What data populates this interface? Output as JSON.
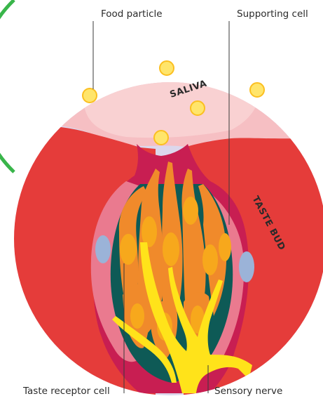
{
  "labels": {
    "food_particle": "Food particle",
    "supporting_cell": "Supporting cell",
    "taste_receptor_cell": "Taste receptor cell",
    "sensory_nerve": "Sensory nerve",
    "saliva": "SALIVA",
    "taste_bud": "TASTE BUD"
  },
  "colors": {
    "background": "#d9d4ea",
    "saliva": "#f6c0c3",
    "tongue_tissue": "#e53c3a",
    "dark_tissue": "#c81e52",
    "supporting_cell": "#ea7a8f",
    "receptor_cell": "#f08a2b",
    "nucleus": "#f7a81c",
    "nerve": "#ffe31a",
    "food_particle": "#ffe56b",
    "dark_gap": "#0e5a56",
    "nucleus_blue": "#9bb3d8",
    "green_ring": "#39b54a"
  }
}
